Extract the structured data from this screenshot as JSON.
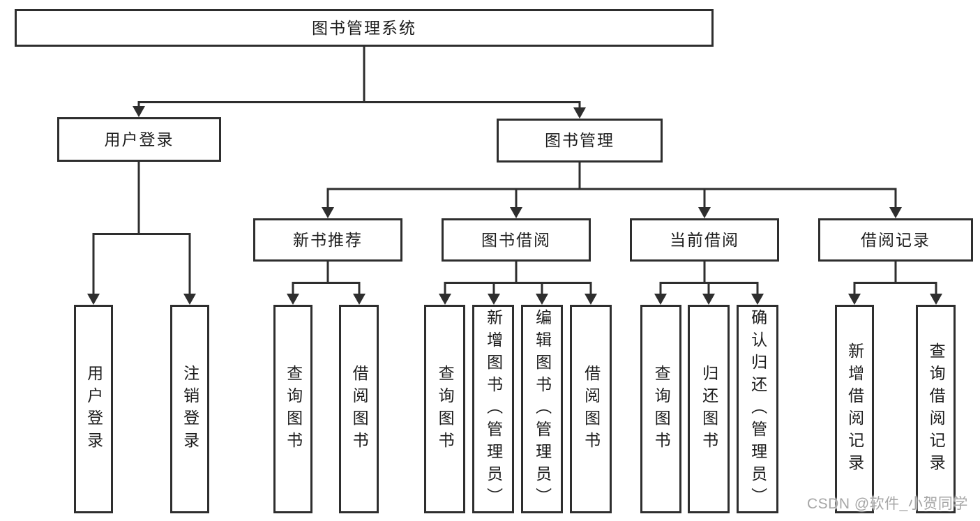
{
  "diagram": {
    "title": "图书管理系统",
    "modules": [
      {
        "label": "用户登录",
        "children": [
          {
            "label": "用户登录"
          },
          {
            "label": "注销登录"
          }
        ]
      },
      {
        "label": "图书管理",
        "children": [
          {
            "label": "新书推荐",
            "children": [
              {
                "label": "查询图书"
              },
              {
                "label": "借阅图书"
              }
            ]
          },
          {
            "label": "图书借阅",
            "children": [
              {
                "label": "查询图书"
              },
              {
                "label": "新增图书（管理员）"
              },
              {
                "label": "编辑图书（管理员）"
              },
              {
                "label": "借阅图书"
              }
            ]
          },
          {
            "label": "当前借阅",
            "children": [
              {
                "label": "查询图书"
              },
              {
                "label": "归还图书"
              },
              {
                "label": "确认归还（管理员）"
              }
            ]
          },
          {
            "label": "借阅记录",
            "children": [
              {
                "label": "新增借阅记录"
              },
              {
                "label": "查询借阅记录"
              }
            ]
          }
        ]
      }
    ],
    "watermark": "CSDN @软件_小贺同学",
    "colors": {
      "line": "#2e2e2e",
      "text": "#1d1d1d",
      "background": "#ffffff",
      "watermark": "#a6a6a6"
    }
  }
}
